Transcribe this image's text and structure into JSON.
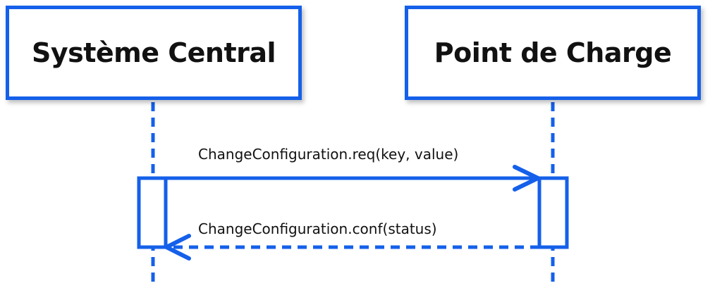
{
  "participants": {
    "central": "Système Central",
    "charge_point": "Point de Charge"
  },
  "messages": {
    "request": "ChangeConfiguration.req(key, value)",
    "response": "ChangeConfiguration.conf(status)"
  },
  "colors": {
    "accent": "#1560ea",
    "text": "#111111",
    "background": "#ffffff"
  }
}
